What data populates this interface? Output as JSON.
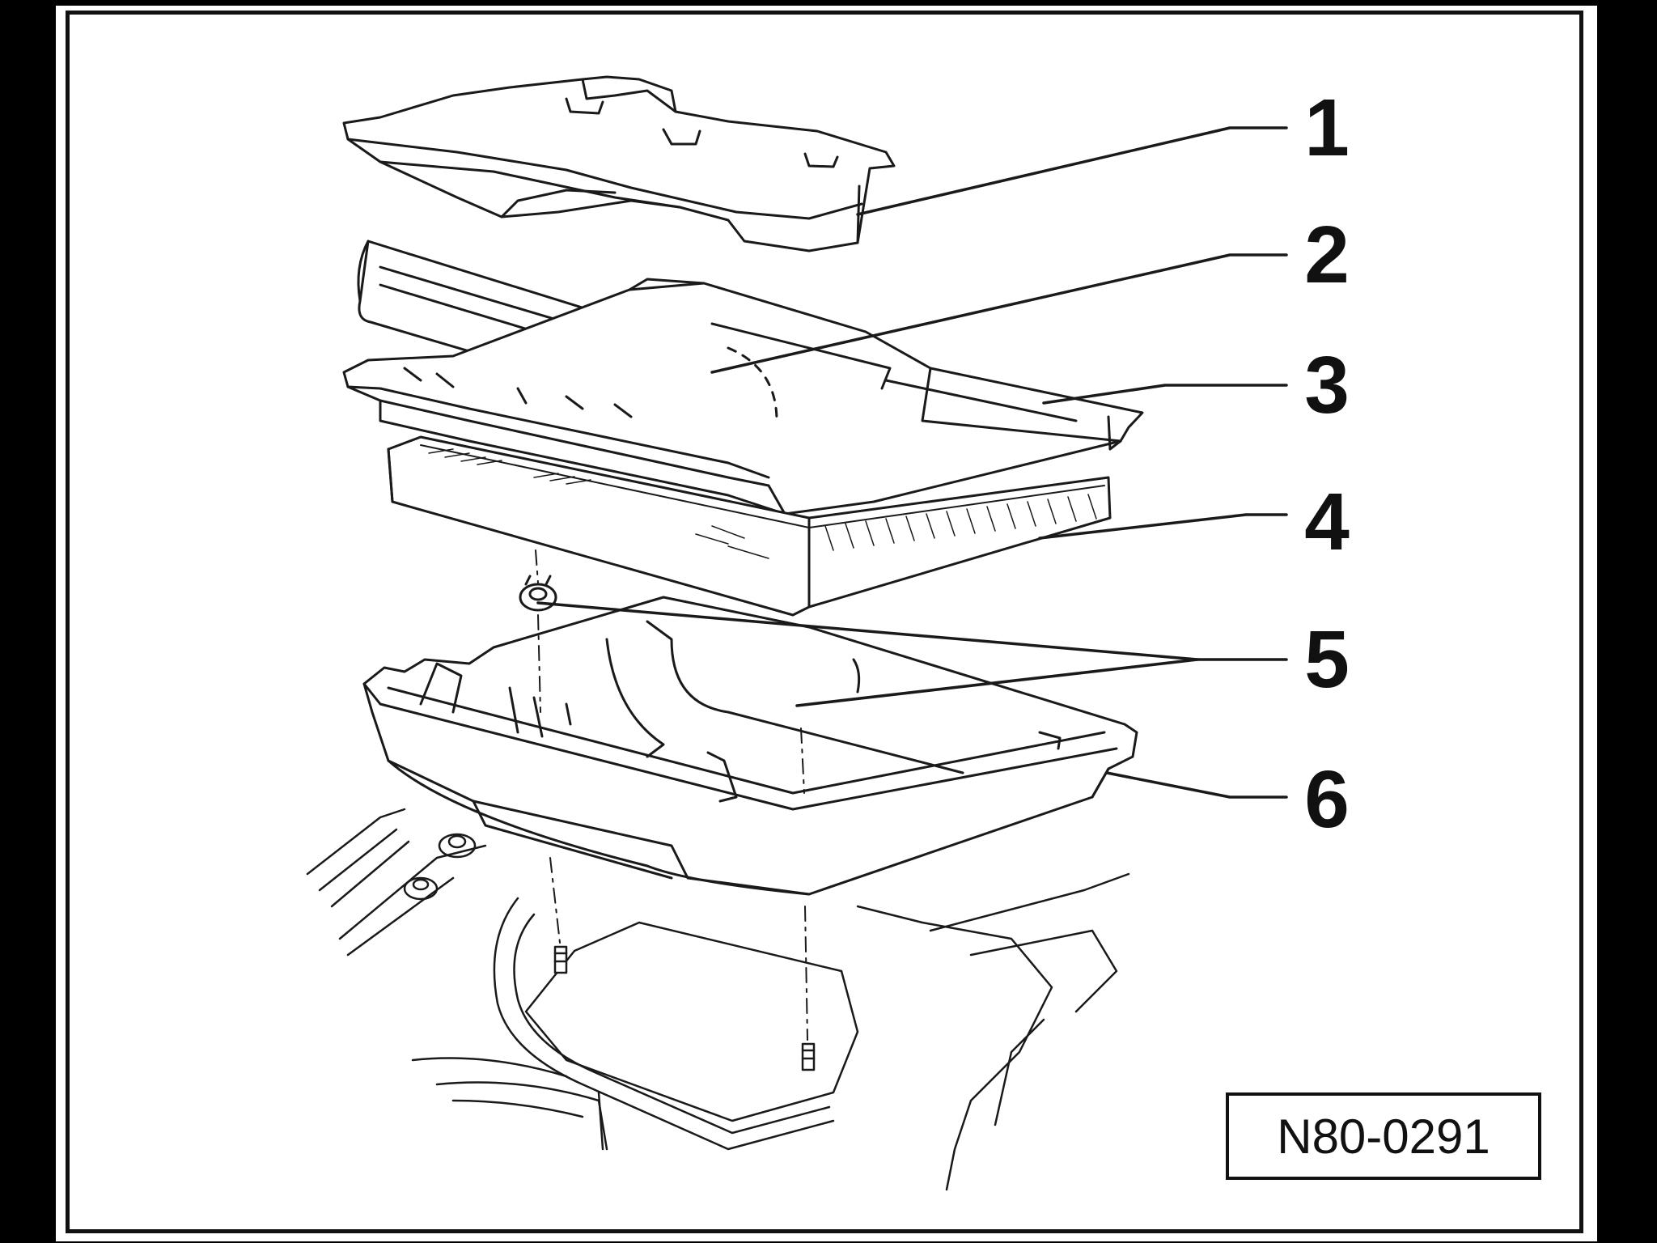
{
  "viewer": {
    "page_indicator_icon": "more-dots-icon"
  },
  "diagram": {
    "callouts": [
      {
        "id": "1",
        "label": "1"
      },
      {
        "id": "2",
        "label": "2"
      },
      {
        "id": "3",
        "label": "3"
      },
      {
        "id": "4",
        "label": "4"
      },
      {
        "id": "5",
        "label": "5"
      },
      {
        "id": "6",
        "label": "6"
      }
    ],
    "reference_code": "N80-0291"
  }
}
